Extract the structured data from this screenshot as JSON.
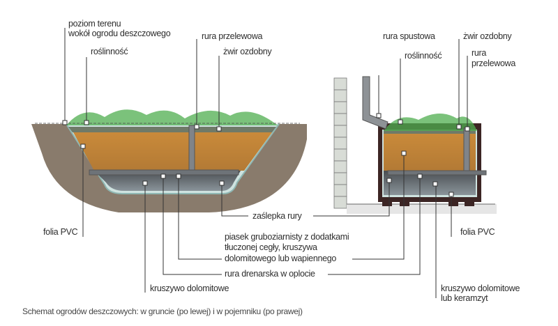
{
  "left_diagram": {
    "ground_level": [
      "poziom terenu",
      "wokół ogrodu deszczowego"
    ],
    "plants": "roślinność",
    "overflow_pipe": "rura przelewowa",
    "decorative_gravel": "żwir ozdobny",
    "pvc_foil": "folia PVC",
    "dolomite_aggregate": "kruszywo dolomitowe"
  },
  "right_diagram": {
    "downpipe": "rura spustowa",
    "plants": "roślinność",
    "decorative_gravel": "żwir ozdobny",
    "overflow_pipe": [
      "rura",
      "przelewowa"
    ],
    "pvc_foil": "folia PVC",
    "aggregate": [
      "kruszywo dolomitowe",
      "lub keramzyt"
    ]
  },
  "shared": {
    "pipe_cap": "zaślepka rury",
    "sand": [
      "piasek gruboziarnisty z dodatkami",
      "tłuczonej cegły, kruszywa",
      "dolomitowego lub wapiennego"
    ],
    "drain_pipe": "rura drenarska w oplocie"
  },
  "caption": "Schemat ogrodów deszczowych: w gruncie (po lewej) i w pojemniku (po prawej)"
}
